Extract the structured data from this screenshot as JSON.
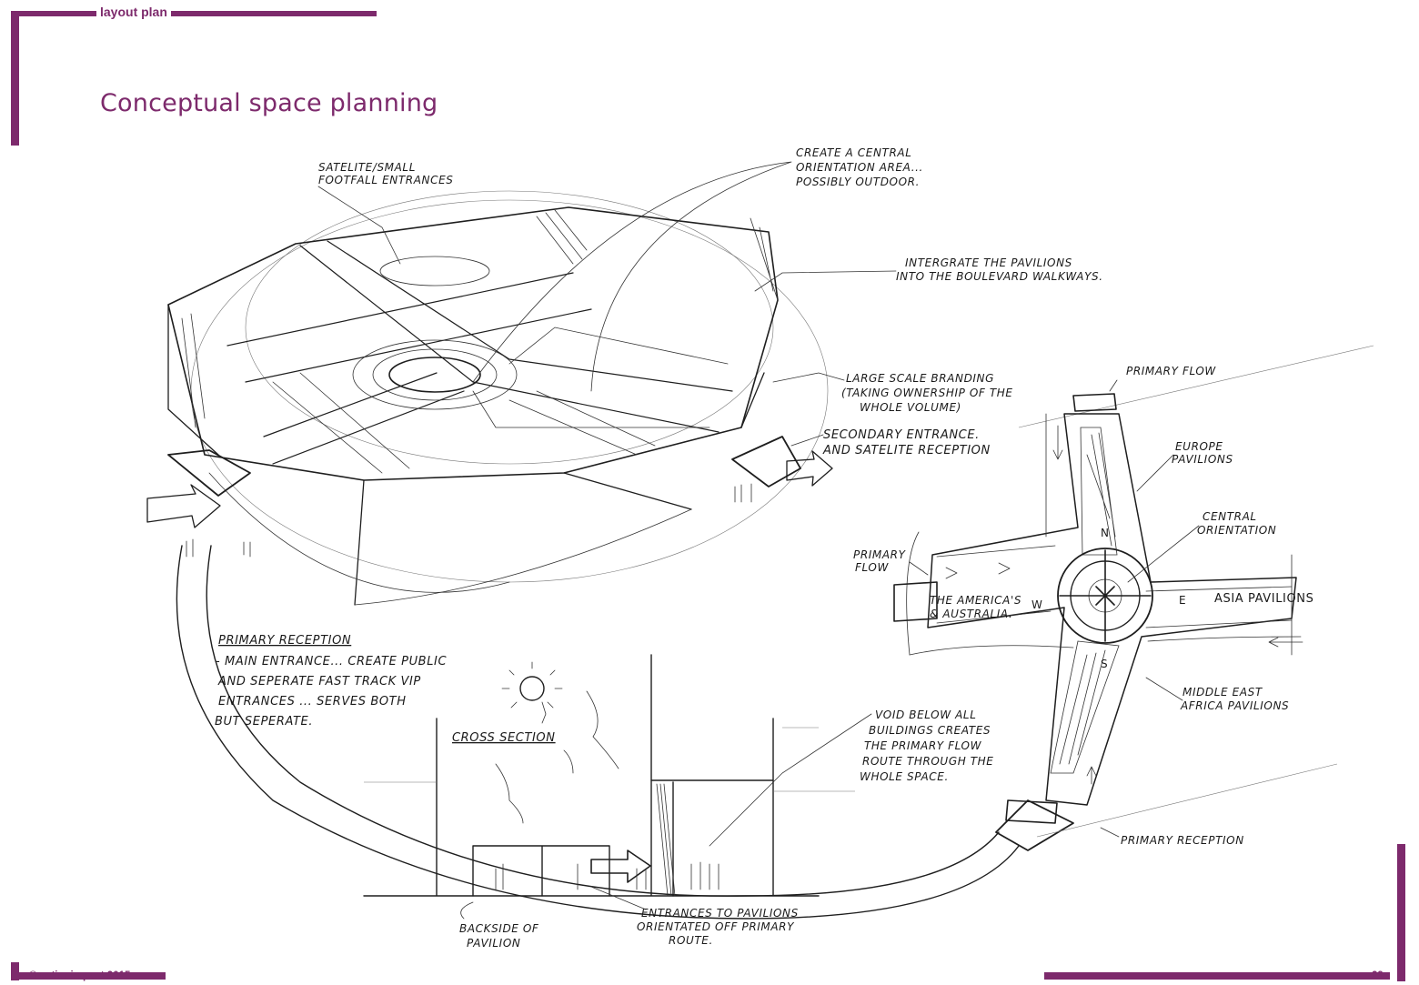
{
  "header": {
    "section_label": "layout plan",
    "title": "Conceptual space planning"
  },
  "annotations": {
    "satellite": [
      "SATELITE/SMALL",
      "FOOTFALL ENTRANCES"
    ],
    "central_area": [
      "CREATE A CENTRAL",
      "ORIENTATION AREA...",
      "POSSIBLY OUTDOOR."
    ],
    "integrate": [
      "INTERGRATE THE PAVILIONS",
      "INTO THE BOULEVARD WALKWAYS."
    ],
    "branding": [
      "LARGE SCALE BRANDING",
      "(TAKING OWNERSHIP OF THE",
      "WHOLE VOLUME)"
    ],
    "secondary": [
      "SECONDARY ENTRANCE.",
      "AND SATELITE RECEPTION"
    ],
    "primary_reception_title": "PRIMARY RECEPTION",
    "primary_reception_body": [
      "- MAIN ENTRANCE... CREATE PUBLIC",
      "AND SEPERATE FAST TRACK VIP",
      "ENTRANCES ... SERVES BOTH",
      "BUT SEPERATE."
    ],
    "cross_section": "CROSS SECTION",
    "void": [
      "VOID BELOW ALL",
      "BUILDINGS CREATES",
      "THE PRIMARY FLOW",
      "ROUTE THROUGH THE",
      "WHOLE SPACE."
    ],
    "backside": [
      "BACKSIDE OF",
      "PAVILION"
    ],
    "entrances": [
      "ENTRANCES TO PAVILIONS",
      "ORIENTATED OFF PRIMARY",
      "ROUTE."
    ]
  },
  "plan": {
    "primary_flow_top": "PRIMARY FLOW",
    "europe": [
      "EUROPE",
      "PAVILIONS"
    ],
    "central_orientation": [
      "CENTRAL",
      "ORIENTATION"
    ],
    "primary_flow_left": [
      "PRIMARY",
      "FLOW"
    ],
    "americas": [
      "THE AMERICA'S",
      "& AUSTRALIA."
    ],
    "asia": "ASIA PAVILIONS",
    "middle_east": [
      "MIDDLE EAST",
      "AFRICA PAVILIONS"
    ],
    "primary_reception": "PRIMARY RECEPTION",
    "compass": {
      "n": "N",
      "s": "S",
      "e": "E",
      "w": "W"
    }
  },
  "footer": {
    "copyright": "© actionimpact 2015",
    "page_number": "29"
  },
  "colors": {
    "brand": "#7d2a6c",
    "ink": "#1e1e1e"
  }
}
